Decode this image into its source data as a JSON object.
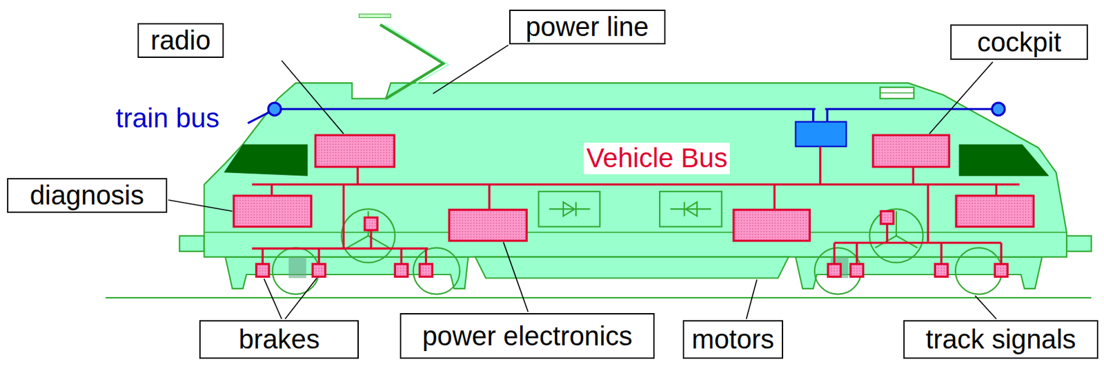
{
  "diagram": {
    "nodes": [
      {
        "text": [
          "radio"
        ]
      },
      {
        "text": [
          "power line"
        ]
      },
      {
        "text": [
          "cockpit"
        ]
      },
      {
        "text": [
          "diagnosis"
        ]
      },
      {
        "text": [
          "brakes"
        ]
      },
      {
        "text": [
          "power electronics"
        ]
      },
      {
        "text": [
          "motors"
        ]
      },
      {
        "text": [
          "track signals"
        ]
      }
    ],
    "labels": [
      "train bus",
      "Vehicle Bus"
    ]
  }
}
